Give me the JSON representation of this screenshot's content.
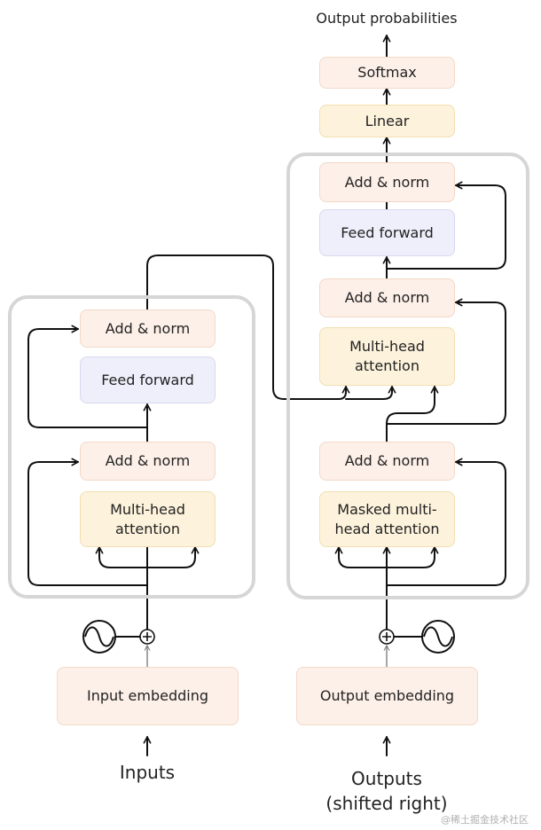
{
  "title": "Output probabilities",
  "decoder_top": {
    "softmax": "Softmax",
    "linear": "Linear"
  },
  "encoder": {
    "add_norm_top": "Add & norm",
    "feed_forward": "Feed forward",
    "add_norm_bottom": "Add & norm",
    "attention": "Multi-head attention"
  },
  "decoder": {
    "add_norm_top": "Add & norm",
    "feed_forward": "Feed forward",
    "add_norm_mid": "Add & norm",
    "cross_attention": "Multi-head attention",
    "add_norm_bottom": "Add & norm",
    "masked_attention": "Masked multi-head attention"
  },
  "input_embedding": "Input embedding",
  "output_embedding": "Output embedding",
  "inputs_label": "Inputs",
  "outputs_label": "Outputs",
  "outputs_sublabel": "(shifted right)",
  "watermark": "@稀土掘金技术社区",
  "colors": {
    "orange_box": "#fdf0e8",
    "yellow_box": "#fdf3dc",
    "blue_box": "#efeffb",
    "stack_border": "#d6d6d6",
    "arrow": "#111111"
  }
}
